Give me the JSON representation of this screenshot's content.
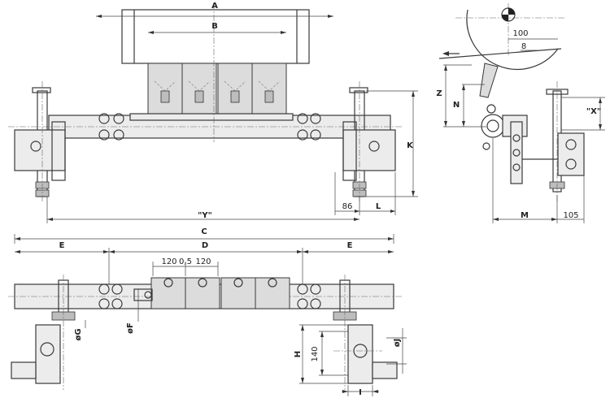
{
  "labels": {
    "A": "A",
    "B": "B",
    "C": "C",
    "D": "D",
    "E_left": "E",
    "E_right": "E",
    "K": "K",
    "L": "L",
    "Y": "\"Y\"",
    "X": "\"X\"",
    "Z": "Z",
    "N": "N",
    "M": "M",
    "H": "H",
    "I": "I",
    "G": "øG",
    "F": "øF",
    "J": "øJ"
  },
  "values": {
    "dim_86": "86",
    "dim_105": "105",
    "dim_100": "100",
    "dim_8": "8",
    "dim_140": "140",
    "seg_1": "120",
    "seg_2": "0,5",
    "seg_3": "120"
  }
}
